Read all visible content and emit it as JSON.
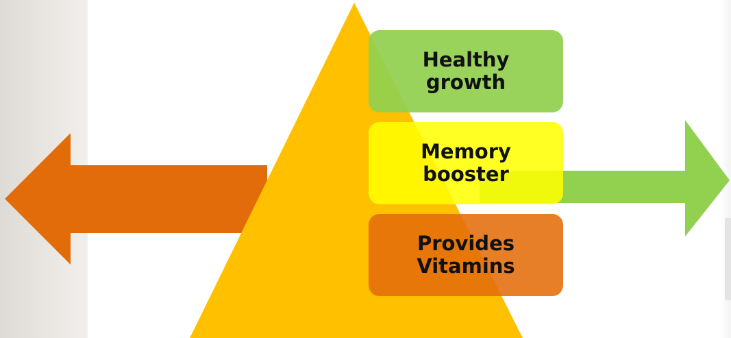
{
  "diagram": {
    "boxes": [
      {
        "label": "Healthy\ngrowth",
        "color": "#92d050"
      },
      {
        "label": "Memory\nbooster",
        "color": "#ffff00"
      },
      {
        "label": "Provides\nVitamins",
        "color": "#e46c0a"
      }
    ],
    "triangle_color": "#ffc000",
    "left_arrow_color": "#e36c0a",
    "right_arrow_color": "#92d050"
  }
}
